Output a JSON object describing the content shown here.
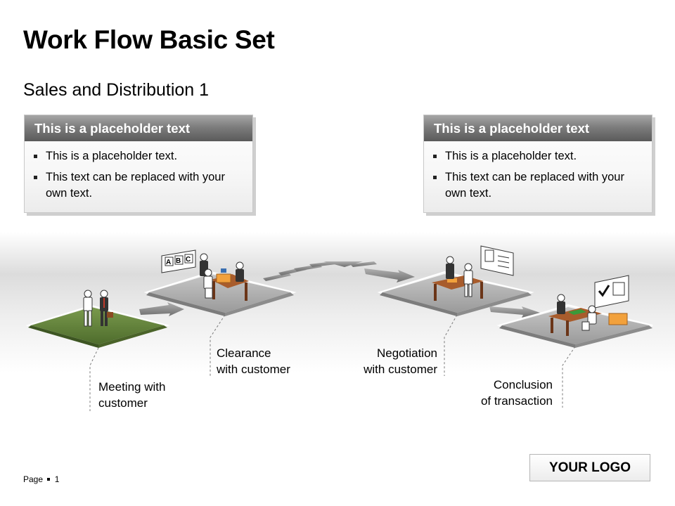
{
  "title": "Work Flow Basic Set",
  "subtitle": "Sales and Distribution 1",
  "callouts": [
    {
      "heading": "This is a placeholder text",
      "bullets": [
        "This is a placeholder text.",
        "This text can be replaced with your own text."
      ]
    },
    {
      "heading": "This is a placeholder text",
      "bullets": [
        "This is a placeholder text.",
        "This text can be replaced with your own text."
      ]
    }
  ],
  "steps": [
    {
      "line1": "Meeting with",
      "line2": "customer"
    },
    {
      "line1": "Clearance",
      "line2": "with customer"
    },
    {
      "line1": "Negotiation",
      "line2": "with customer"
    },
    {
      "line1": "Conclusion",
      "line2": "of transaction"
    }
  ],
  "board_letters": [
    "A",
    "B",
    "C"
  ],
  "footer": {
    "page_label": "Page",
    "page_number": "1"
  },
  "logo_text": "YOUR LOGO",
  "colors": {
    "header_gray": "#6e6e6e",
    "platform_green": "#5f7e3a",
    "platform_gray": "#b3b3b3",
    "arrow_gray": "#8a8a8a",
    "table_brown": "#8b4a22",
    "box_orange": "#f2a13c"
  }
}
